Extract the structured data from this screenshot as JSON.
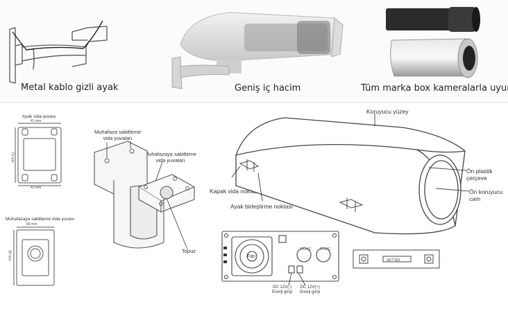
{
  "top_captions": {
    "bracket": "Metal kablo gizli ayak",
    "volume": "Geniş iç hacim",
    "compat": "Tüm marka box kameralarla uyum"
  },
  "tech": {
    "screw_holes": "Ayak vida yuvası",
    "dim_top": "41 mm",
    "dim_side": "74 mm",
    "dim_bottom": "43 mm",
    "housing_screw_holes": "Muhafazaya sabitleme vida yuvası",
    "dim_60": "60 mm",
    "dim_90": "90 mm",
    "housing_holes_a": "Muhafaza sabitleme\nvida yuvaları",
    "housing_holes_b": "Muhafazaya sabitleme\nvida yuvaları",
    "ball_joint": "Topuz",
    "protective_surface": "Koruyucu yüzey",
    "front_plastic_frame": "Ön plastik\nçerçeve",
    "front_protective_glass": "Ön koruyucu\ncam",
    "cover_screw_point": "Kapak vida noktası",
    "bracket_join_point": "Ayak birleştirme noktası"
  },
  "board": {
    "fan": "Fan",
    "power_in_1": "DC 12V(-)\nEnerji girişi",
    "power_in_2": "DC 12V(+)\nEnerji girişi",
    "label_1": "DC/AC",
    "label_2": "DC/AC",
    "card_label": "SETTER"
  },
  "colors": {
    "line": "#444444",
    "housing_light": "#e6e6e6",
    "housing_mid": "#cfcfcf",
    "dark_camera": "#2a2a2a",
    "band_bg": "#fbfbfb"
  }
}
